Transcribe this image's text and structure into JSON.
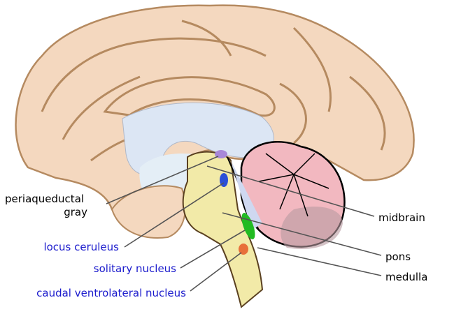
{
  "labels": {
    "periaqueductal_1": "periaqueductal",
    "periaqueductal_2": "gray",
    "locus_ceruleus": "locus ceruleus",
    "solitary_nucleus": "solitary nucleus",
    "caudal_ventrolateral": "caudal ventrolateral nucleus",
    "midbrain": "midbrain",
    "pons": "pons",
    "medulla": "medulla"
  },
  "colors": {
    "nucleus_label": "#1a1acc",
    "structure_label": "#000000",
    "cortex": "#f4d8bf",
    "brainstem": "#f2eaa8",
    "cerebellum": "#f2b8c0",
    "ventricle": "#dce6f4",
    "periaqueductal": "#a888d8",
    "locus_ceruleus": "#2a4fd8",
    "solitary_nucleus": "#22bb22",
    "caudal_ventrolateral": "#e8703a"
  }
}
